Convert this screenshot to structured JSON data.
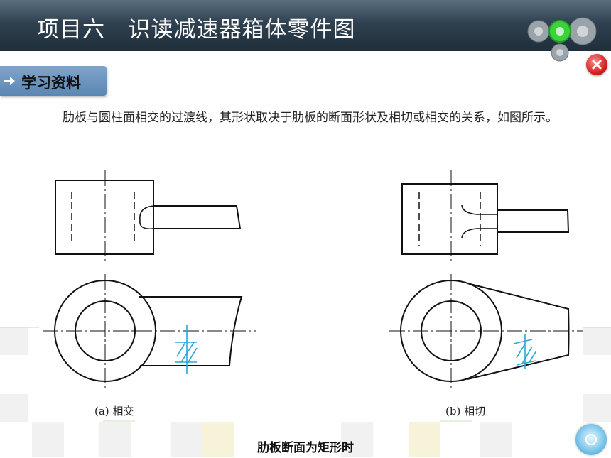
{
  "header": {
    "title": "项目六   识读减速器箱体零件图"
  },
  "section": {
    "label": "学习资料"
  },
  "content": {
    "paragraph": "肋板与圆柱面相交的过渡线，其形状取决于肋板的断面形状及相切或相交的关系，如图所示。"
  },
  "figure": {
    "label_a": "(a) 相交",
    "label_b": "(b) 相切"
  },
  "caption": "肋板断面为矩形时",
  "colors": {
    "header_dark": "#1f2e3b",
    "tab_blue": "#6a94c0",
    "hatch": "#2aa6d6",
    "close_red": "#d52424",
    "gear_green": "#3bd23b"
  },
  "icons": {
    "gears": "gears-icon",
    "close": "close-icon",
    "arrow": "arrow-right-icon",
    "nav": "circle-nav-icon"
  }
}
